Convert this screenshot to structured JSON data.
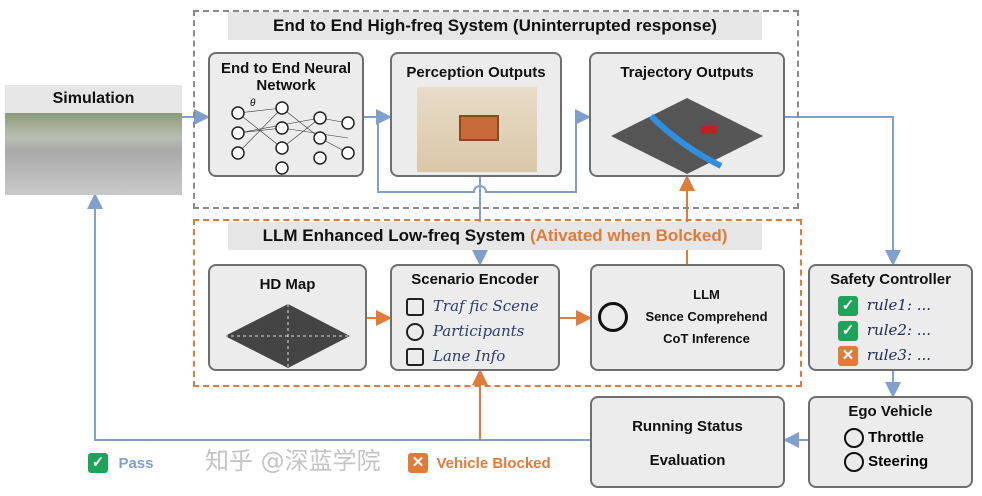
{
  "top_system": {
    "title": "End to End High-freq System (Uninterrupted response)"
  },
  "llm_system": {
    "title": "LLM Enhanced Low-freq System",
    "title_highlight": "(Ativated when Bolcked)"
  },
  "simulation": {
    "title": "Simulation"
  },
  "e2e_nn": {
    "title": "End to End Neural Network",
    "theta": "θ"
  },
  "perception": {
    "title": "Perception Outputs"
  },
  "trajectory": {
    "title": "Trajectory Outputs"
  },
  "hd_map": {
    "title": "HD Map"
  },
  "scenario_encoder": {
    "title": "Scenario Encoder",
    "items": [
      {
        "icon": "traffic-scene-icon",
        "label": "Traf fic Scene"
      },
      {
        "icon": "participants-icon",
        "label": "Participants"
      },
      {
        "icon": "lane-info-icon",
        "label": "Lane Info"
      }
    ]
  },
  "llm": {
    "title": "LLM",
    "line1": "Sence Comprehend",
    "line2": "CoT Inference",
    "icon": "openai-logo-icon"
  },
  "safety_controller": {
    "title": "Safety Controller",
    "rules": [
      {
        "status": "pass",
        "label": "rule1: ..."
      },
      {
        "status": "pass",
        "label": "rule2: ..."
      },
      {
        "status": "fail",
        "label": "rule3: ..."
      }
    ]
  },
  "ego_vehicle": {
    "title": "Ego Vehicle",
    "items": [
      "Throttle",
      "Steering"
    ]
  },
  "running_status": {
    "line1": "Running Status",
    "line2": "Evaluation"
  },
  "legend": {
    "pass": "Pass",
    "blocked": "Vehicle Blocked"
  },
  "watermark": "知乎 @深蓝学院",
  "colors": {
    "blue": "#7f9fcf",
    "orange": "#e07b39",
    "pass_green": "#1fa35a",
    "fail_orange": "#e07b39"
  }
}
